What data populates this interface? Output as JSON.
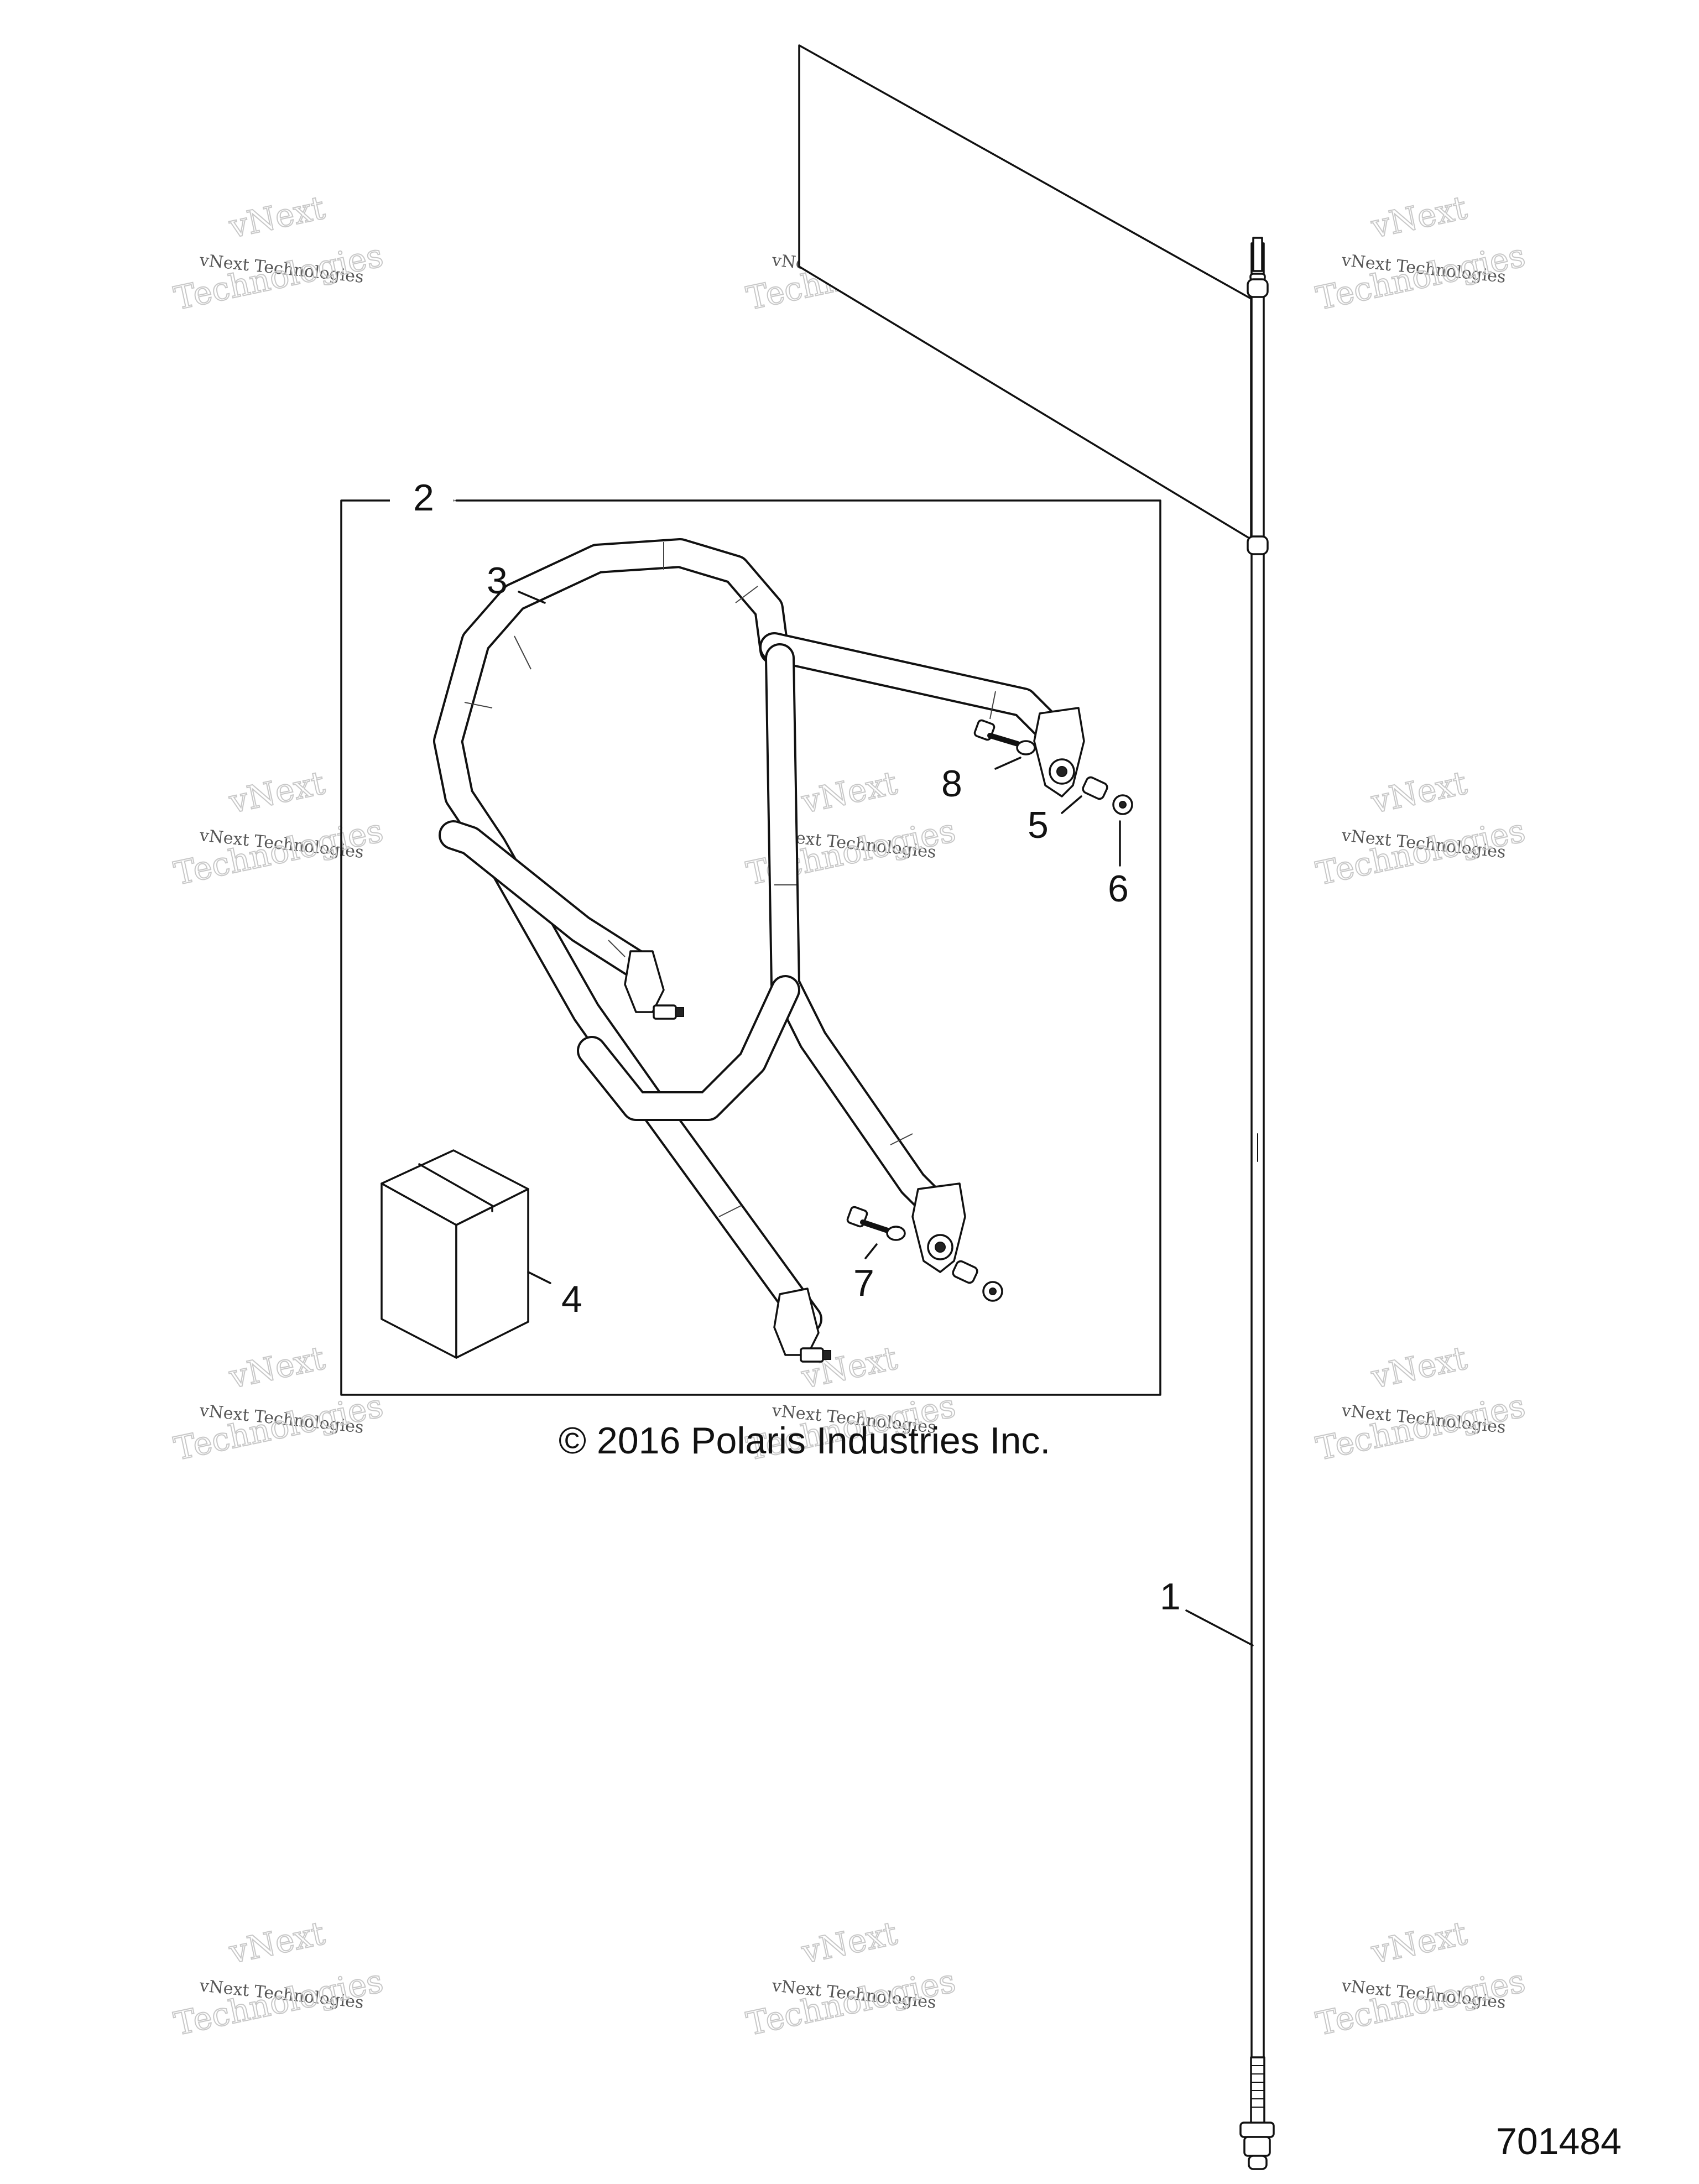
{
  "callouts": [
    {
      "id": "1",
      "label": "1"
    },
    {
      "id": "2",
      "label": "2"
    },
    {
      "id": "3",
      "label": "3"
    },
    {
      "id": "4",
      "label": "4"
    },
    {
      "id": "5",
      "label": "5"
    },
    {
      "id": "6",
      "label": "6"
    },
    {
      "id": "7",
      "label": "7"
    },
    {
      "id": "8",
      "label": "8"
    }
  ],
  "copyright": "© 2016 Polaris Industries Inc.",
  "document_number": "701484",
  "watermark": {
    "line1": "vNext Technologies",
    "line2": "Technologies",
    "line2_prefix": "vNext"
  }
}
